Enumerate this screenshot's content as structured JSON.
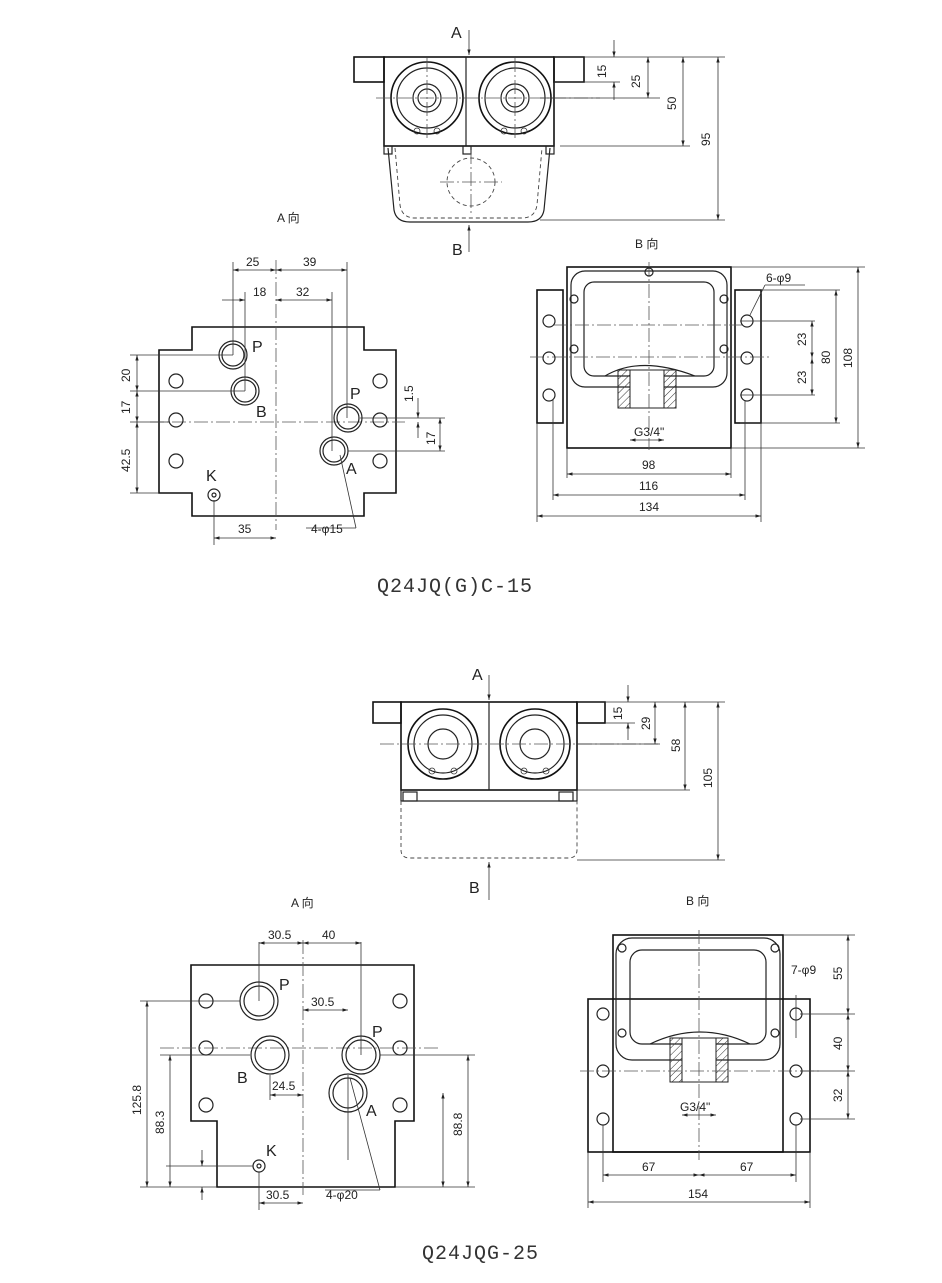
{
  "drawing1": {
    "caption": "Q24JQ(G)C-15",
    "arrow_a": "A",
    "arrow_b": "B",
    "view_a_title": "A 向",
    "view_b_title": "B 向",
    "front_dims": [
      "15",
      "25",
      "50",
      "95"
    ],
    "a_dims": {
      "d25": "25",
      "d39": "39",
      "d18": "18",
      "d32": "32",
      "d20": "20",
      "d17a": "17",
      "d42_5": "42.5",
      "d1_5": "1.5",
      "d17b": "17",
      "d35": "35",
      "holes": "4-φ15"
    },
    "a_ports": {
      "p1": "P",
      "b": "B",
      "p2": "P",
      "a": "A",
      "k": "K"
    },
    "b_dims": {
      "holes": "6-φ9",
      "d23a": "23",
      "d23b": "23",
      "d80": "80",
      "d108": "108",
      "thread": "G3/4\"",
      "d98": "98",
      "d116": "116",
      "d134": "134"
    }
  },
  "drawing2": {
    "caption": "Q24JQG-25",
    "arrow_a": "A",
    "arrow_b": "B",
    "view_a_title": "A 向",
    "view_b_title": "B 向",
    "front_dims": [
      "15",
      "29",
      "58",
      "105"
    ],
    "a_dims": {
      "d30_5a": "30.5",
      "d40": "40",
      "d30_5b": "30.5",
      "d24_5": "24.5",
      "d125_8": "125.8",
      "d88_3": "88.3",
      "d88_8": "88.8",
      "d30_5c": "30.5",
      "holes": "4-φ20"
    },
    "a_ports": {
      "p1": "P",
      "b": "B",
      "p2": "P",
      "a": "A",
      "k": "K"
    },
    "b_dims": {
      "holes": "7-φ9",
      "d55": "55",
      "d40": "40",
      "d32": "32",
      "thread": "G3/4\"",
      "d67a": "67",
      "d67b": "67",
      "d154": "154"
    }
  }
}
